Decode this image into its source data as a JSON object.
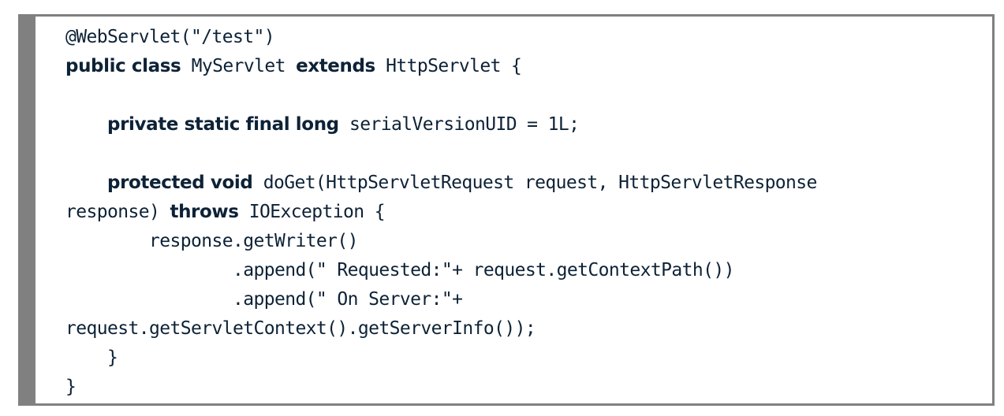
{
  "code_block": {
    "language": "java",
    "lines": [
      {
        "segments": [
          {
            "t": "@WebServlet(\"/test\")",
            "kw": false
          }
        ]
      },
      {
        "segments": [
          {
            "t": "public class",
            "kw": true
          },
          {
            "t": " MyServlet ",
            "kw": false
          },
          {
            "t": "extends",
            "kw": true
          },
          {
            "t": " HttpServlet {",
            "kw": false
          }
        ]
      },
      {
        "segments": []
      },
      {
        "segments": [
          {
            "t": "    ",
            "kw": false
          },
          {
            "t": "private static final long",
            "kw": true
          },
          {
            "t": " serialVersionUID = 1L;",
            "kw": false
          }
        ]
      },
      {
        "segments": []
      },
      {
        "segments": [
          {
            "t": "    ",
            "kw": false
          },
          {
            "t": "protected void",
            "kw": true
          },
          {
            "t": " doGet(HttpServletRequest request, HttpServletResponse",
            "kw": false
          }
        ]
      },
      {
        "segments": [
          {
            "t": "response) ",
            "kw": false
          },
          {
            "t": "throws",
            "kw": true
          },
          {
            "t": " IOException {",
            "kw": false
          }
        ]
      },
      {
        "segments": [
          {
            "t": "        response.getWriter()",
            "kw": false
          }
        ]
      },
      {
        "segments": [
          {
            "t": "                .append(\" Requested:\"+ request.getContextPath())",
            "kw": false
          }
        ]
      },
      {
        "segments": [
          {
            "t": "                .append(\" On Server:\"+",
            "kw": false
          }
        ]
      },
      {
        "segments": [
          {
            "t": "request.getServletContext().getServerInfo());",
            "kw": false
          }
        ]
      },
      {
        "segments": [
          {
            "t": "    }",
            "kw": false
          }
        ]
      },
      {
        "segments": [
          {
            "t": "}",
            "kw": false
          }
        ]
      }
    ]
  },
  "colors": {
    "frame": "#808080",
    "text": "#0d2236",
    "background": "#ffffff"
  }
}
